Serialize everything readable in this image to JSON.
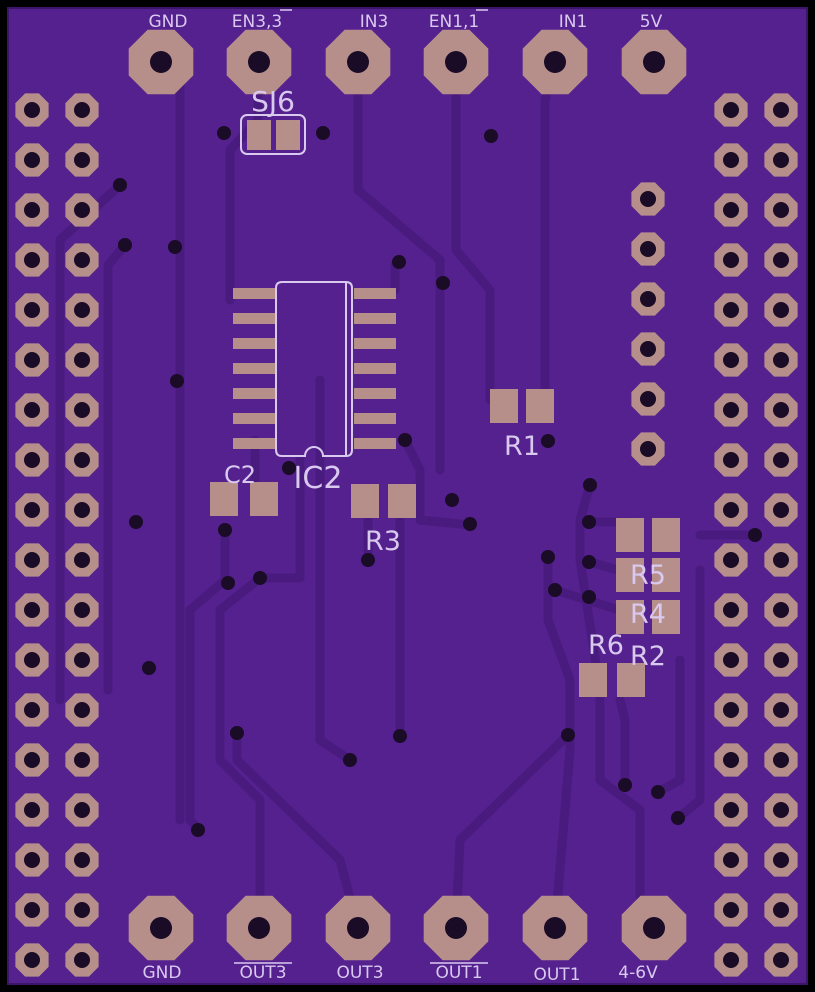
{
  "board": {
    "colors": {
      "background": "#000000",
      "substrate": "#54218f",
      "trace": "#4a1b7e",
      "copper": "#b78f8a",
      "drill": "#1a0b26",
      "silkscreen": "#d9c9ef",
      "edge": "#3a156a"
    }
  },
  "top_header": {
    "labels": [
      "GND",
      "EN3,3",
      "IN3",
      "EN1,1",
      "IN1",
      "5V"
    ]
  },
  "bottom_header": {
    "labels": [
      "GND",
      "OUT3",
      "OUT3",
      "OUT1",
      "OUT1",
      "4-6V"
    ]
  },
  "components": {
    "sj6": "SJ6",
    "ic2": "IC2",
    "c2": "C2",
    "r1": "R1",
    "r2": "R2",
    "r3": "R3",
    "r4": "R4",
    "r5": "R5",
    "r6": "R6"
  }
}
